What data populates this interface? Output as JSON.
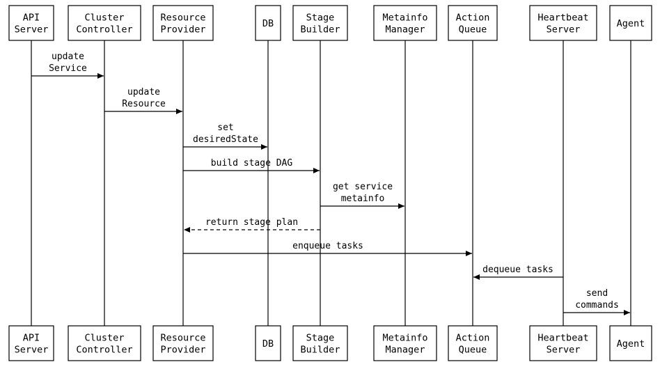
{
  "participants": [
    {
      "id": "api",
      "lines": [
        "API",
        "Server"
      ]
    },
    {
      "id": "cc",
      "lines": [
        "Cluster",
        "Controller"
      ]
    },
    {
      "id": "rp",
      "lines": [
        "Resource",
        "Provider"
      ]
    },
    {
      "id": "db",
      "lines": [
        "DB"
      ]
    },
    {
      "id": "sb",
      "lines": [
        "Stage",
        "Builder"
      ]
    },
    {
      "id": "mm",
      "lines": [
        "Metainfo",
        "Manager"
      ]
    },
    {
      "id": "aq",
      "lines": [
        "Action",
        "Queue"
      ]
    },
    {
      "id": "hs",
      "lines": [
        "Heartbeat",
        "Server"
      ]
    },
    {
      "id": "ag",
      "lines": [
        "Agent"
      ]
    }
  ],
  "messages": [
    {
      "from": "api",
      "to": "cc",
      "lines": [
        "update",
        "Service"
      ],
      "style": "solid"
    },
    {
      "from": "cc",
      "to": "rp",
      "lines": [
        "update",
        "Resource"
      ],
      "style": "solid"
    },
    {
      "from": "rp",
      "to": "db",
      "lines": [
        "set",
        "desiredState"
      ],
      "style": "solid"
    },
    {
      "from": "rp",
      "to": "sb",
      "lines": [
        "build stage DAG"
      ],
      "style": "solid"
    },
    {
      "from": "sb",
      "to": "mm",
      "lines": [
        "get service",
        "metainfo"
      ],
      "style": "solid"
    },
    {
      "from": "sb",
      "to": "rp",
      "lines": [
        "return stage plan"
      ],
      "style": "dashed"
    },
    {
      "from": "rp",
      "to": "aq",
      "lines": [
        "enqueue tasks"
      ],
      "style": "solid"
    },
    {
      "from": "hs",
      "to": "aq",
      "lines": [
        "dequeue tasks"
      ],
      "style": "solid"
    },
    {
      "from": "hs",
      "to": "ag",
      "lines": [
        "send",
        "commands"
      ],
      "style": "solid"
    }
  ]
}
